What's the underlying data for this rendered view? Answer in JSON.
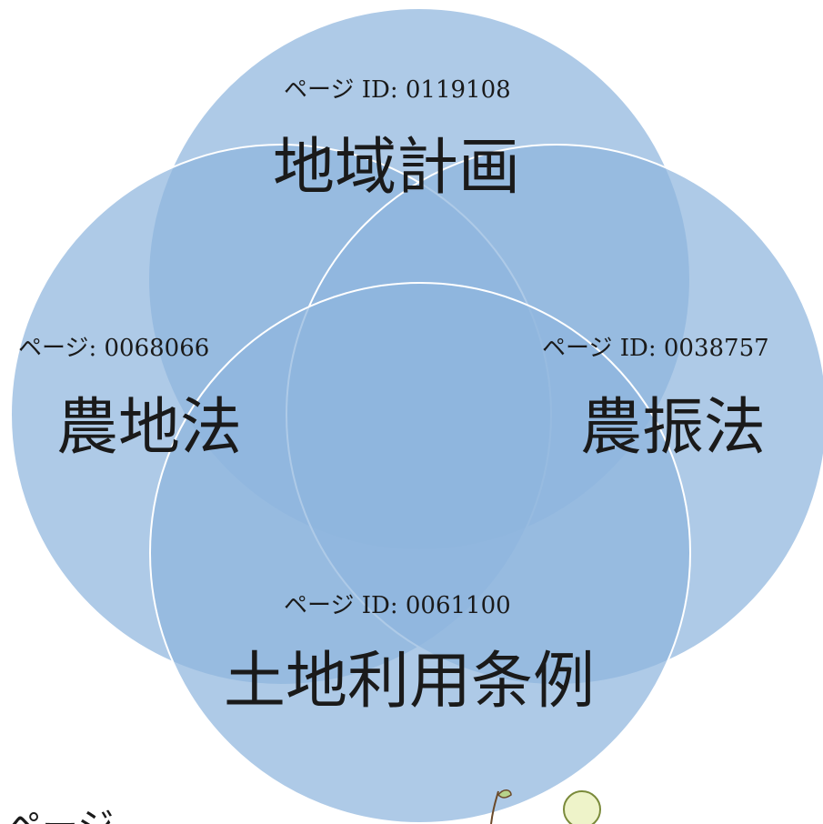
{
  "diagram": {
    "colors": {
      "circle_fill": "#8fb5de",
      "circle_stroke": "#ffffff",
      "text": "#1a1a1a"
    },
    "sets": [
      {
        "id": "top",
        "page_id": "ページ ID: 0119108",
        "title": "地域計画"
      },
      {
        "id": "left",
        "page_id": "ページ: 0068066",
        "title": "農地法"
      },
      {
        "id": "right",
        "page_id": "ページ ID: 0038757",
        "title": "農振法"
      },
      {
        "id": "bottom",
        "page_id": "ページ ID: 0061100",
        "title": "土地利用条例"
      }
    ],
    "bottom_fragments": {
      "left_text": "ページ",
      "icon_names": [
        "sprout-icon",
        "leaf-icon"
      ]
    }
  }
}
